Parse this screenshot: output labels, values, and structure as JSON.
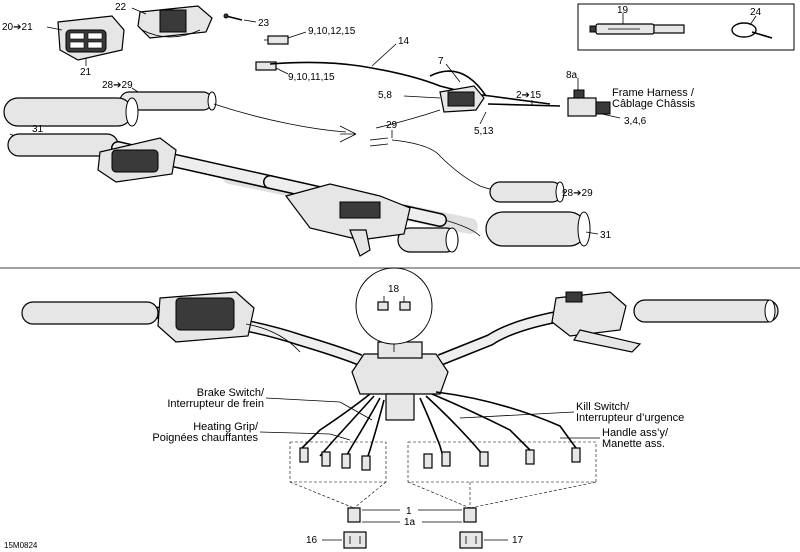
{
  "callouts": {
    "c20_21": "20➔21",
    "c21": "21",
    "c22": "22",
    "c23": "23",
    "c9_10_12_15": "9,10,12,15",
    "c14": "14",
    "c9_10_11_15": "9,10,11,15",
    "c7": "7",
    "c28_29_top": "28➔29",
    "c5_8": "5,8",
    "c2_15": "2➔15",
    "c8a": "8a",
    "c29": "29",
    "c5_13": "5,13",
    "c3_4_6": "3,4,6",
    "c31_top": "31",
    "c28_29_mid": "28➔29",
    "c31_mid": "31",
    "c19": "19",
    "c24": "24",
    "c18": "18",
    "c1": "1",
    "c1a": "1a",
    "c16": "16",
    "c17": "17"
  },
  "labels": {
    "frame_harness_1": "Frame Harness /",
    "frame_harness_2": "Câblage Châssis",
    "brake_switch_1": "Brake Switch/",
    "brake_switch_2": "Interrupteur de frein",
    "heating_grip_1": "Heating Grip/",
    "heating_grip_2": "Poignées chauffantes",
    "kill_switch_1": "Kill Switch/",
    "kill_switch_2": "Interrupteur d’urgence",
    "handle_assy_1": "Handle ass’y/",
    "handle_assy_2": "Manette ass."
  },
  "figure_code": "15M0824"
}
